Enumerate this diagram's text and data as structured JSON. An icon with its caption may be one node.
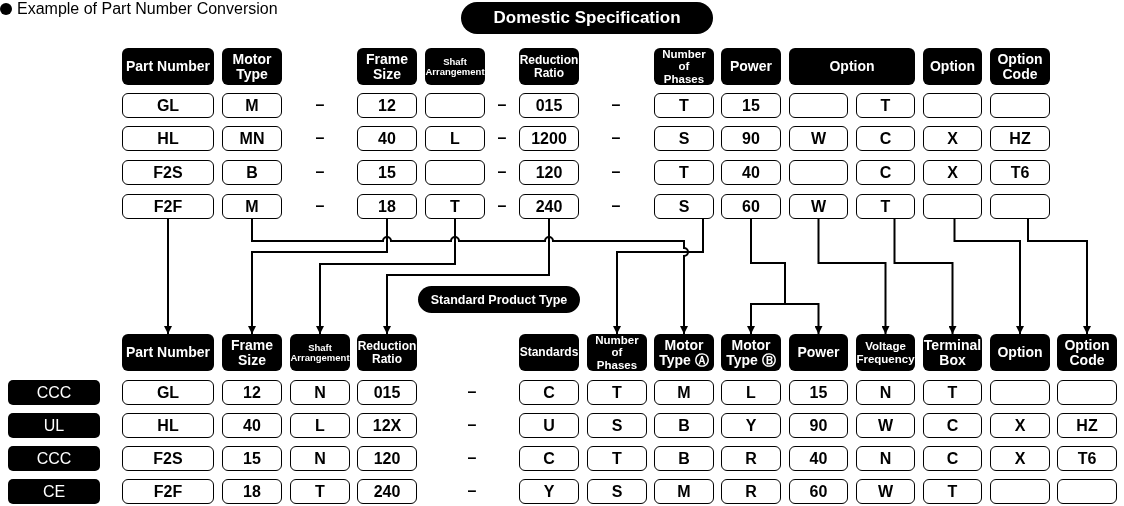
{
  "diagram": {
    "title": "Example of Part Number Conversion",
    "nodes": [
      {
        "text": [
          "Domestic Specification"
        ]
      },
      {
        "text": [
          "Part Number"
        ]
      },
      {
        "text": [
          "Motor Type"
        ]
      },
      {
        "text": [
          "Frame Size"
        ]
      },
      {
        "text": [
          "Shaft Arrangement"
        ]
      },
      {
        "text": [
          "Reduction Ratio"
        ]
      },
      {
        "text": [
          "Number of Phases"
        ]
      },
      {
        "text": [
          "Power"
        ]
      },
      {
        "text": [
          "Option"
        ]
      },
      {
        "text": [
          "Option"
        ]
      },
      {
        "text": [
          "Option Code"
        ]
      },
      {
        "text": [
          "GL"
        ]
      },
      {
        "text": [
          "M"
        ]
      },
      {
        "text": [
          "12"
        ]
      },
      {
        "text": [],
        "shape": "box"
      },
      {
        "text": [
          "015"
        ]
      },
      {
        "text": [
          "T"
        ]
      },
      {
        "text": [
          "15"
        ]
      },
      {
        "text": [],
        "shape": "box"
      },
      {
        "text": [
          "T"
        ]
      },
      {
        "text": [],
        "shape": "box"
      },
      {
        "text": [],
        "shape": "box"
      },
      {
        "text": [
          "HL"
        ]
      },
      {
        "text": [
          "MN"
        ]
      },
      {
        "text": [
          "40"
        ]
      },
      {
        "text": [
          "L"
        ]
      },
      {
        "text": [
          "1200"
        ]
      },
      {
        "text": [
          "S"
        ]
      },
      {
        "text": [
          "90"
        ]
      },
      {
        "text": [
          "W"
        ]
      },
      {
        "text": [
          "C"
        ]
      },
      {
        "text": [
          "X"
        ]
      },
      {
        "text": [
          "HZ"
        ]
      },
      {
        "text": [
          "F2S"
        ]
      },
      {
        "text": [
          "B"
        ]
      },
      {
        "text": [
          "15"
        ]
      },
      {
        "text": [],
        "shape": "box"
      },
      {
        "text": [
          "120"
        ]
      },
      {
        "text": [
          "T"
        ]
      },
      {
        "text": [
          "40"
        ]
      },
      {
        "text": [],
        "shape": "box"
      },
      {
        "text": [
          "C"
        ]
      },
      {
        "text": [
          "X"
        ]
      },
      {
        "text": [
          "T6"
        ]
      },
      {
        "text": [
          "F2F"
        ]
      },
      {
        "text": [
          "M"
        ]
      },
      {
        "text": [
          "18"
        ]
      },
      {
        "text": [
          "T"
        ]
      },
      {
        "text": [
          "240"
        ]
      },
      {
        "text": [
          "S"
        ]
      },
      {
        "text": [
          "60"
        ]
      },
      {
        "text": [
          "W"
        ]
      },
      {
        "text": [
          "T"
        ]
      },
      {
        "text": [],
        "shape": "box"
      },
      {
        "text": [],
        "shape": "box"
      },
      {
        "text": [
          "Standard Product Type"
        ]
      },
      {
        "text": [
          "Part Number"
        ]
      },
      {
        "text": [
          "Frame Size"
        ]
      },
      {
        "text": [
          "Shaft Arrangement"
        ]
      },
      {
        "text": [
          "Reduction Ratio"
        ]
      },
      {
        "text": [
          "Standards"
        ]
      },
      {
        "text": [
          "Number of Phases"
        ]
      },
      {
        "text": [
          "Motor Type Ⓐ"
        ]
      },
      {
        "text": [
          "Motor Type Ⓑ"
        ]
      },
      {
        "text": [
          "Power"
        ]
      },
      {
        "text": [
          "Voltage Frequency"
        ]
      },
      {
        "text": [
          "Terminal Box"
        ]
      },
      {
        "text": [
          "Option"
        ]
      },
      {
        "text": [
          "Option Code"
        ]
      },
      {
        "text": [
          "CCC"
        ]
      },
      {
        "text": [
          "GL"
        ]
      },
      {
        "text": [
          "12"
        ]
      },
      {
        "text": [
          "N"
        ]
      },
      {
        "text": [
          "015"
        ]
      },
      {
        "text": [
          "C"
        ]
      },
      {
        "text": [
          "T"
        ]
      },
      {
        "text": [
          "M"
        ]
      },
      {
        "text": [
          "L"
        ]
      },
      {
        "text": [
          "15"
        ]
      },
      {
        "text": [
          "N"
        ]
      },
      {
        "text": [
          "T"
        ]
      },
      {
        "text": [],
        "shape": "box"
      },
      {
        "text": [],
        "shape": "box"
      },
      {
        "text": [
          "UL"
        ]
      },
      {
        "text": [
          "HL"
        ]
      },
      {
        "text": [
          "40"
        ]
      },
      {
        "text": [
          "L"
        ]
      },
      {
        "text": [
          "12X"
        ]
      },
      {
        "text": [
          "U"
        ]
      },
      {
        "text": [
          "S"
        ]
      },
      {
        "text": [
          "B"
        ]
      },
      {
        "text": [
          "Y"
        ]
      },
      {
        "text": [
          "90"
        ]
      },
      {
        "text": [
          "W"
        ]
      },
      {
        "text": [
          "C"
        ]
      },
      {
        "text": [
          "X"
        ]
      },
      {
        "text": [
          "HZ"
        ]
      },
      {
        "text": [
          "CCC"
        ]
      },
      {
        "text": [
          "F2S"
        ]
      },
      {
        "text": [
          "15"
        ]
      },
      {
        "text": [
          "N"
        ]
      },
      {
        "text": [
          "120"
        ]
      },
      {
        "text": [
          "C"
        ]
      },
      {
        "text": [
          "T"
        ]
      },
      {
        "text": [
          "B"
        ]
      },
      {
        "text": [
          "R"
        ]
      },
      {
        "text": [
          "40"
        ]
      },
      {
        "text": [
          "N"
        ]
      },
      {
        "text": [
          "C"
        ]
      },
      {
        "text": [
          "X"
        ]
      },
      {
        "text": [
          "T6"
        ]
      },
      {
        "text": [
          "CE"
        ]
      },
      {
        "text": [
          "F2F"
        ]
      },
      {
        "text": [
          "18"
        ]
      },
      {
        "text": [
          "T"
        ]
      },
      {
        "text": [
          "240"
        ]
      },
      {
        "text": [
          "Y"
        ]
      },
      {
        "text": [
          "S"
        ]
      },
      {
        "text": [
          "M"
        ]
      },
      {
        "text": [
          "R"
        ]
      },
      {
        "text": [
          "60"
        ]
      },
      {
        "text": [
          "W"
        ]
      },
      {
        "text": [
          "T"
        ]
      },
      {
        "text": [],
        "shape": "box"
      },
      {
        "text": [],
        "shape": "box"
      }
    ],
    "edges": [
      {
        "from": 44,
        "to": 56,
        "arrow": "to"
      },
      {
        "from": 45,
        "to": 62,
        "arrow": "to"
      },
      {
        "from": 46,
        "to": 57,
        "arrow": "to"
      },
      {
        "from": 47,
        "to": 58,
        "arrow": "to"
      },
      {
        "from": 48,
        "to": 59,
        "arrow": "to"
      },
      {
        "from": 49,
        "to": 61,
        "arrow": "to"
      },
      {
        "from": 50,
        "to": 63,
        "arrow": "to"
      },
      {
        "from": 50,
        "to": 64,
        "arrow": "to"
      },
      {
        "from": 51,
        "to": 65,
        "arrow": "to"
      },
      {
        "from": 52,
        "to": 66,
        "arrow": "to"
      },
      {
        "from": 53,
        "to": 67,
        "arrow": "to"
      },
      {
        "from": 54,
        "to": 68,
        "arrow": "to"
      }
    ],
    "labels": [
      "–",
      "–",
      "–",
      "–",
      "–",
      "–",
      "–",
      "–",
      "–",
      "–",
      "–",
      "–",
      "–",
      "–",
      "–",
      "–"
    ]
  }
}
